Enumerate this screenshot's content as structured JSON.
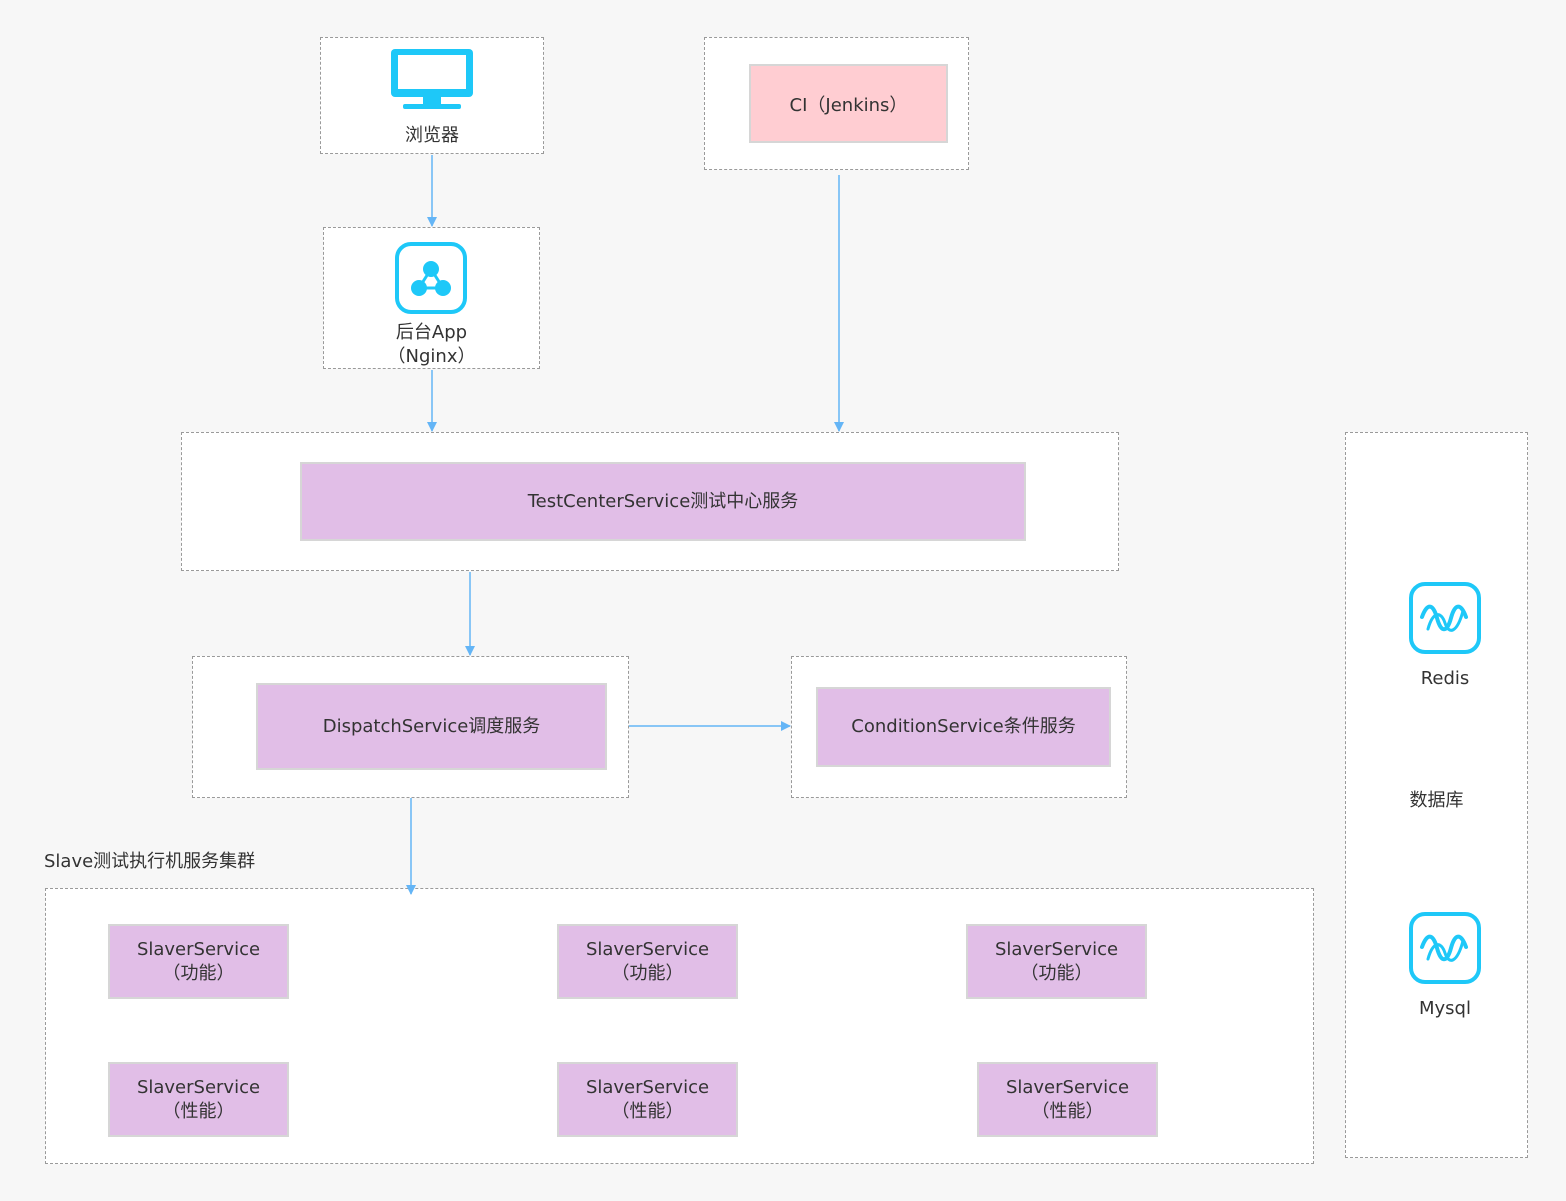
{
  "nodes": {
    "browser": {
      "label": "浏览器",
      "icon": "monitor-icon"
    },
    "ci": {
      "label": "CI（Jenkins）"
    },
    "backend": {
      "label_line1": "后台App",
      "label_line2": "（Nginx）",
      "icon": "network-icon"
    },
    "testcenter": {
      "label": "TestCenterService测试中心服务"
    },
    "dispatch": {
      "label": "DispatchService调度服务"
    },
    "condition": {
      "label": "ConditionService条件服务"
    },
    "slave_cluster": {
      "title": "Slave测试执行机服务集群",
      "items": [
        {
          "name": "SlaverService",
          "type": "（功能）"
        },
        {
          "name": "SlaverService",
          "type": "（功能）"
        },
        {
          "name": "SlaverService",
          "type": "（功能）"
        },
        {
          "name": "SlaverService",
          "type": "（性能）"
        },
        {
          "name": "SlaverService",
          "type": "（性能）"
        },
        {
          "name": "SlaverService",
          "type": "（性能）"
        }
      ]
    },
    "database": {
      "title": "数据库",
      "items": [
        {
          "label": "Redis",
          "icon": "wave-icon"
        },
        {
          "label": "Mysql",
          "icon": "wave-icon"
        }
      ]
    }
  },
  "colors": {
    "service_fill": "#e1bee7",
    "ci_fill": "#ffcdd2",
    "arrow": "#64b5f6",
    "icon_blue": "#1ec8f8",
    "dashed_border": "#9a9a9a"
  }
}
